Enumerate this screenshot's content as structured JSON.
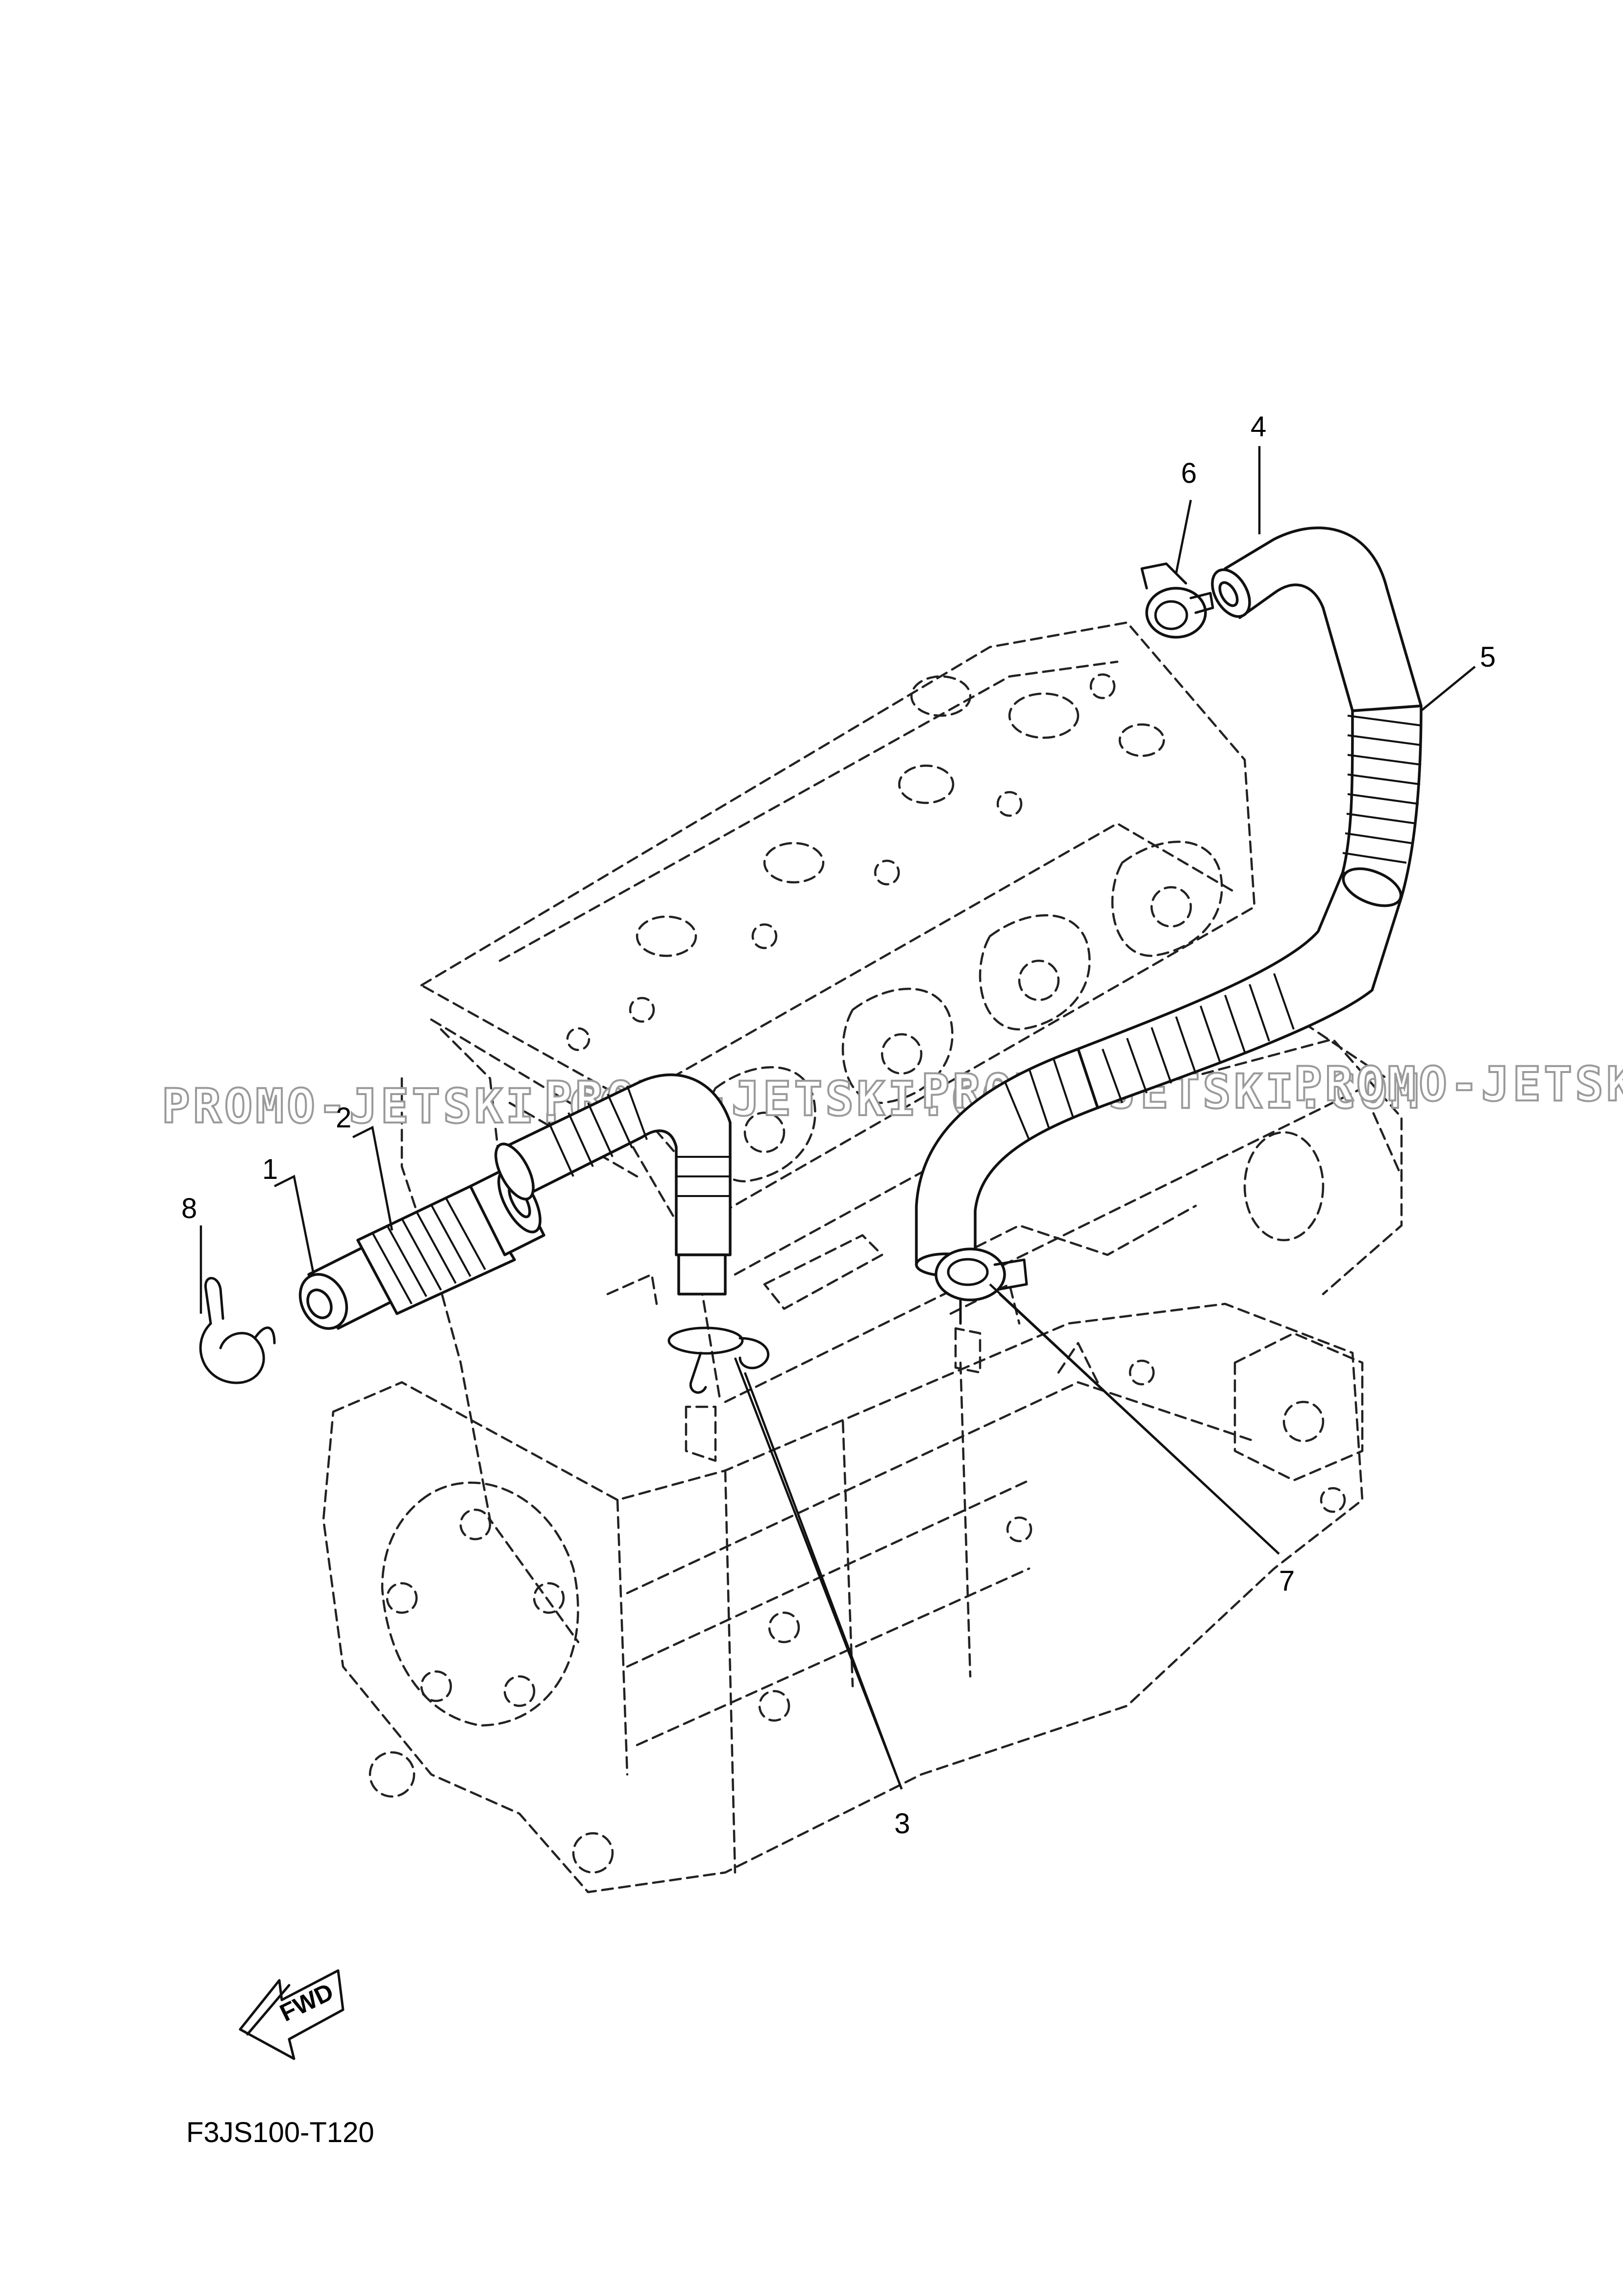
{
  "diagram": {
    "callouts": [
      "1",
      "2",
      "3",
      "4",
      "5",
      "6",
      "7",
      "8"
    ],
    "watermark": "PROMO-JETSKI.COM",
    "fwd_label": "FWD",
    "drawing_code": "F3JS100-T120"
  }
}
